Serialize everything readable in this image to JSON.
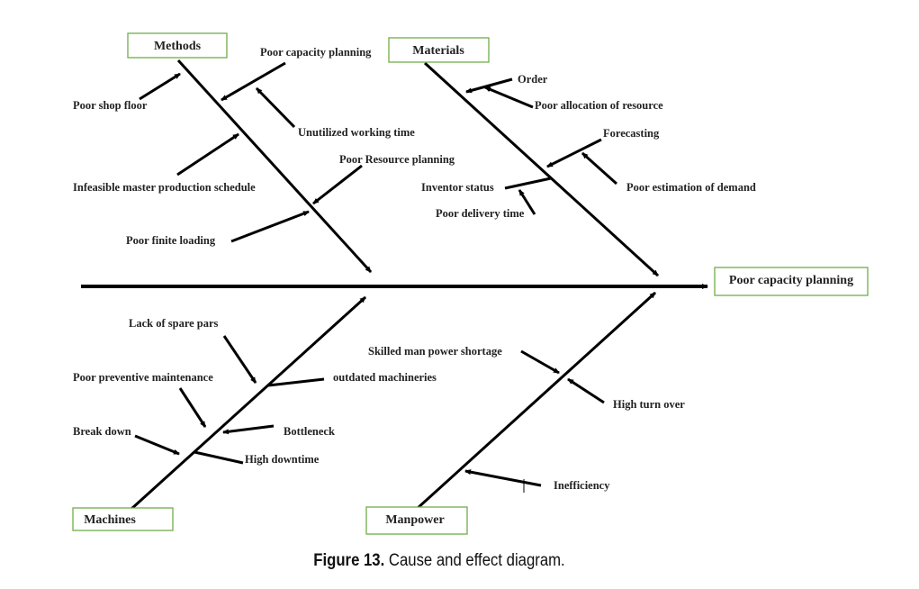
{
  "diagram": {
    "type": "fishbone",
    "effect": "Poor capacity planning",
    "categories": [
      {
        "name": "Methods",
        "causes": [
          "Poor shop floor",
          "Poor capacity planning",
          "Unutilized working time",
          "Infeasible master production schedule",
          "Poor Resource planning",
          "Poor finite loading"
        ]
      },
      {
        "name": "Materials",
        "causes": [
          "Order",
          "Poor allocation of resource",
          "Forecasting",
          "Poor estimation of demand",
          "Inventor status",
          "Poor delivery time"
        ]
      },
      {
        "name": "Machines",
        "causes": [
          "Lack of spare pars",
          "Poor preventive maintenance",
          "outdated machineries",
          "Break down",
          "Bottleneck",
          "High downtime"
        ]
      },
      {
        "name": "Manpower",
        "causes": [
          "Skilled man power shortage",
          "High turn over",
          "Inefficiency"
        ]
      }
    ]
  },
  "caption": {
    "number": "Figure 13.",
    "text": "Cause and effect diagram."
  }
}
